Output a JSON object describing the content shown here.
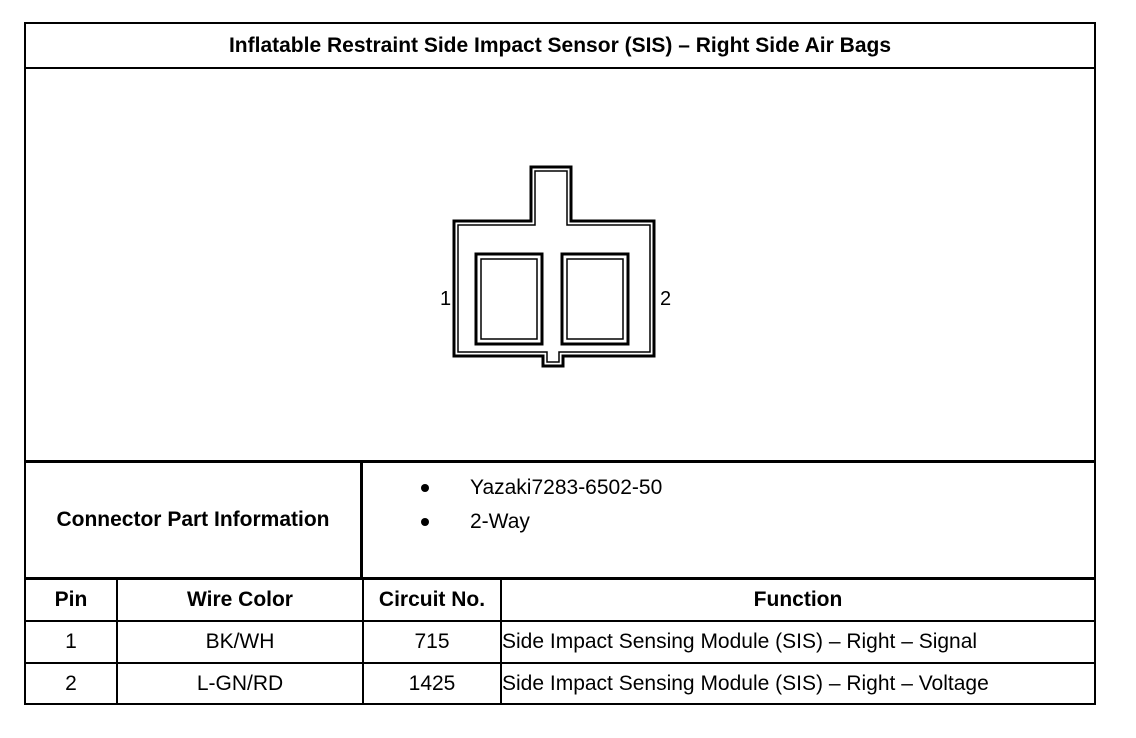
{
  "title": "Inflatable Restraint Side Impact Sensor (SIS) – Right Side Air Bags",
  "diagram": {
    "pin_labels": [
      "1",
      "2"
    ]
  },
  "connector_info": {
    "label": "Connector Part Information",
    "items": [
      "Yazaki7283-6502-50",
      "2-Way"
    ]
  },
  "pin_table": {
    "headers": [
      "Pin",
      "Wire Color",
      "Circuit No.",
      "Function"
    ],
    "rows": [
      {
        "pin": "1",
        "wire_color": "BK/WH",
        "circuit": "715",
        "function": "Side Impact Sensing Module (SIS) – Right – Signal"
      },
      {
        "pin": "2",
        "wire_color": "L-GN/RD",
        "circuit": "1425",
        "function": "Side Impact Sensing Module (SIS) – Right – Voltage"
      }
    ]
  }
}
